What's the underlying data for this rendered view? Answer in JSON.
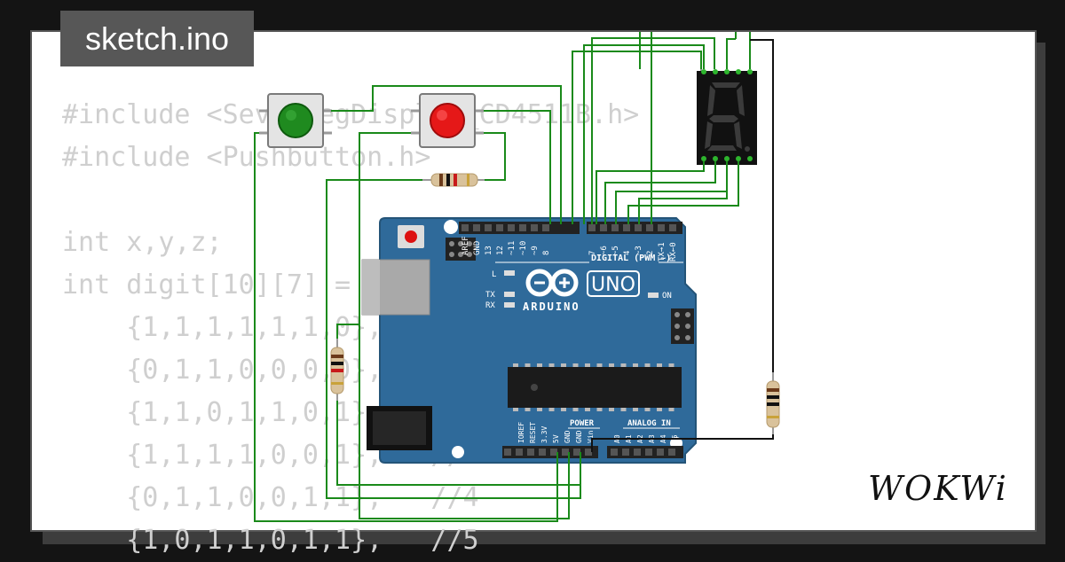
{
  "title": "sketch.ino",
  "logo": "WOKWi",
  "code_lines": [
    "#include <SevenSegDisplay_CD4511B.h>",
    "#include <Pushbutton.h>",
    "",
    "int x,y,z;",
    "int digit[10][7] = {",
    "    {1,1,1,1,1,1,0},",
    "    {0,1,1,0,0,0,0},",
    "    {1,1,0,1,1,0,1},",
    "    {1,1,1,1,0,0,1},   //",
    "    {0,1,1,0,0,1,1},   //4",
    "    {1,0,1,1,0,1,1},   //5"
  ],
  "board": {
    "brand": "ARDUINO",
    "model": "UNO",
    "digital_label": "DIGITAL (PWM ~)",
    "digital_pins": [
      "AREF",
      "GND",
      "13",
      "12",
      "~11",
      "~10",
      "~9",
      "8",
      "7",
      "~6",
      "~5",
      "4",
      "~3",
      "2",
      "TX→1",
      "RX←0"
    ],
    "power_label": "POWER",
    "power_pins": [
      "IOREF",
      "RESET",
      "3.3V",
      "5V",
      "GND",
      "GND",
      "Vin"
    ],
    "analog_label": "ANALOG IN",
    "analog_pins": [
      "A0",
      "A1",
      "A2",
      "A3",
      "A4",
      "A5"
    ],
    "led_l": "L",
    "led_tx": "TX",
    "led_rx": "RX",
    "led_on": "ON"
  },
  "colors": {
    "wire_green": "#1a8a1a",
    "wire_black": "#111111",
    "board_blue": "#2f6a9a",
    "button_green": "#1f8a1f",
    "button_red": "#e51818"
  }
}
